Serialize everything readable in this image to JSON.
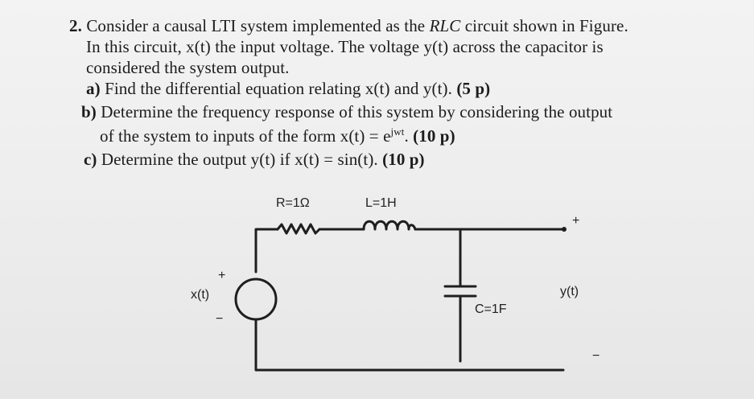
{
  "problem": {
    "number": "2.",
    "line1": "Consider a causal LTI system implemented as the",
    "line1_rlc": "RLC",
    "line1_end": "circuit shown in Figure.",
    "line2": "In this circuit, x(t) the input voltage. The voltage y(t) across the capacitor is",
    "line3": "considered the system output.",
    "part_a_label": "a)",
    "part_a": "Find the differential equation relating x(t) and y(t).",
    "part_a_pts": "(5 p)",
    "part_b_label": "b)",
    "part_b": "Determine the frequency response of this system by considering the output",
    "part_b2": "of the system to inputs of the form x(t) = e",
    "part_b2_exp": "jwt",
    "part_b2_end": ".",
    "part_b_pts": "(10 p)",
    "part_c_label": "c)",
    "part_c": "Determine the output y(t) if x(t) = sin(t).",
    "part_c_pts": "(10 p)"
  },
  "circuit": {
    "resistor_label": "R=1Ω",
    "inductor_label": "L=1H",
    "capacitor_label": "C=1F",
    "source_label": "x(t)",
    "source_plus": "+",
    "source_minus": "−",
    "output_label": "y(t)",
    "output_plus": "+",
    "output_minus": "−"
  }
}
